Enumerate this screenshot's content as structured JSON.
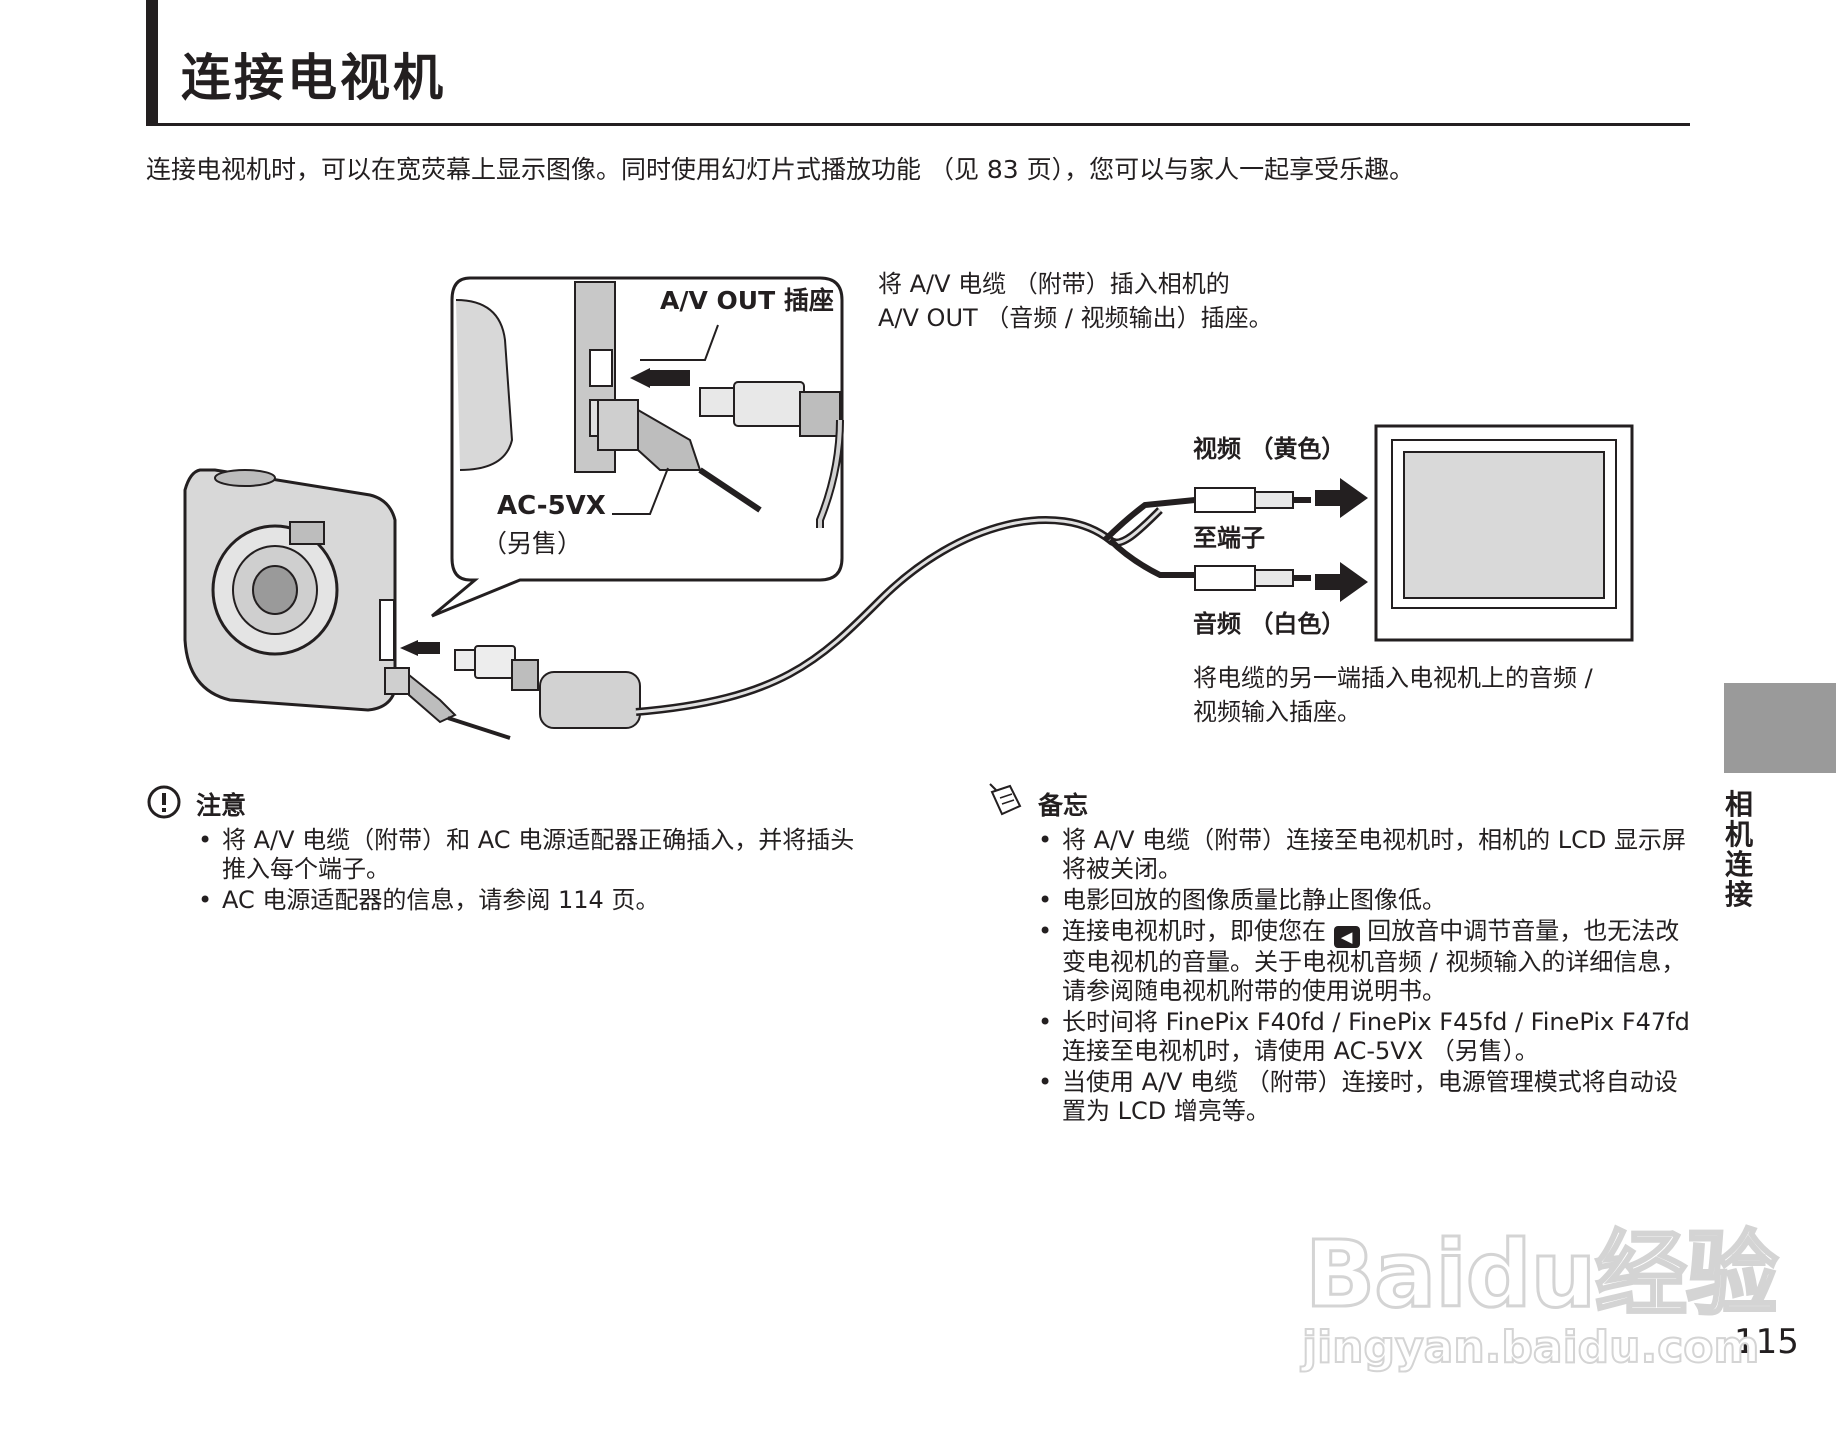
{
  "header": {
    "title": "连接电视机"
  },
  "intro": "连接电视机时，可以在宽荧幕上显示图像。同时使用幻灯片式播放功能 （见 83 页），您可以与家人一起享受乐趣。",
  "diagram": {
    "av_out_label": "A/V OUT 插座",
    "cable_label": "AC-5VX",
    "cable_note": "（另售）",
    "step1_line1": "将 A/V 电缆 （附带）插入相机的",
    "step1_line2": "A/V OUT （音频 / 视频输出）插座。",
    "video_label": "视频 （黄色）",
    "to_terminal": "至端子",
    "audio_label": "音频 （白色）",
    "step2_line1": "将电缆的另一端插入电视机上的音频 /",
    "step2_line2": "视频输入插座。"
  },
  "notes_left": {
    "heading": "注意",
    "items": [
      "将 A/V 电缆（附带）和 AC 电源适配器正确插入，并将插头推入每个端子。",
      "AC 电源适配器的信息，请参阅 114 页。"
    ]
  },
  "notes_right": {
    "heading": "备忘",
    "items": [
      "将 A/V 电缆（附带）连接至电视机时，相机的 LCD 显示屏将被关闭。",
      "电影回放的图像质量比静止图像低。",
      "连接电视机时，即使您在 [[speaker]] 回放音中调节音量，也无法改变电视机的音量。关于电视机音频 / 视频输入的详细信息，请参阅随电视机附带的使用说明书。",
      "长时间将 FinePix F40fd / FinePix F45fd / FinePix F47fd 连接至电视机时，请使用 AC-5VX （另售）。",
      "当使用 A/V 电缆 （附带）连接时，电源管理模式将自动设置为 LCD 增亮等。"
    ]
  },
  "section_tab": "相机连接",
  "page_number": "115",
  "watermark": {
    "brand": "Baidu经验",
    "url": "jingyan.baidu.com"
  }
}
